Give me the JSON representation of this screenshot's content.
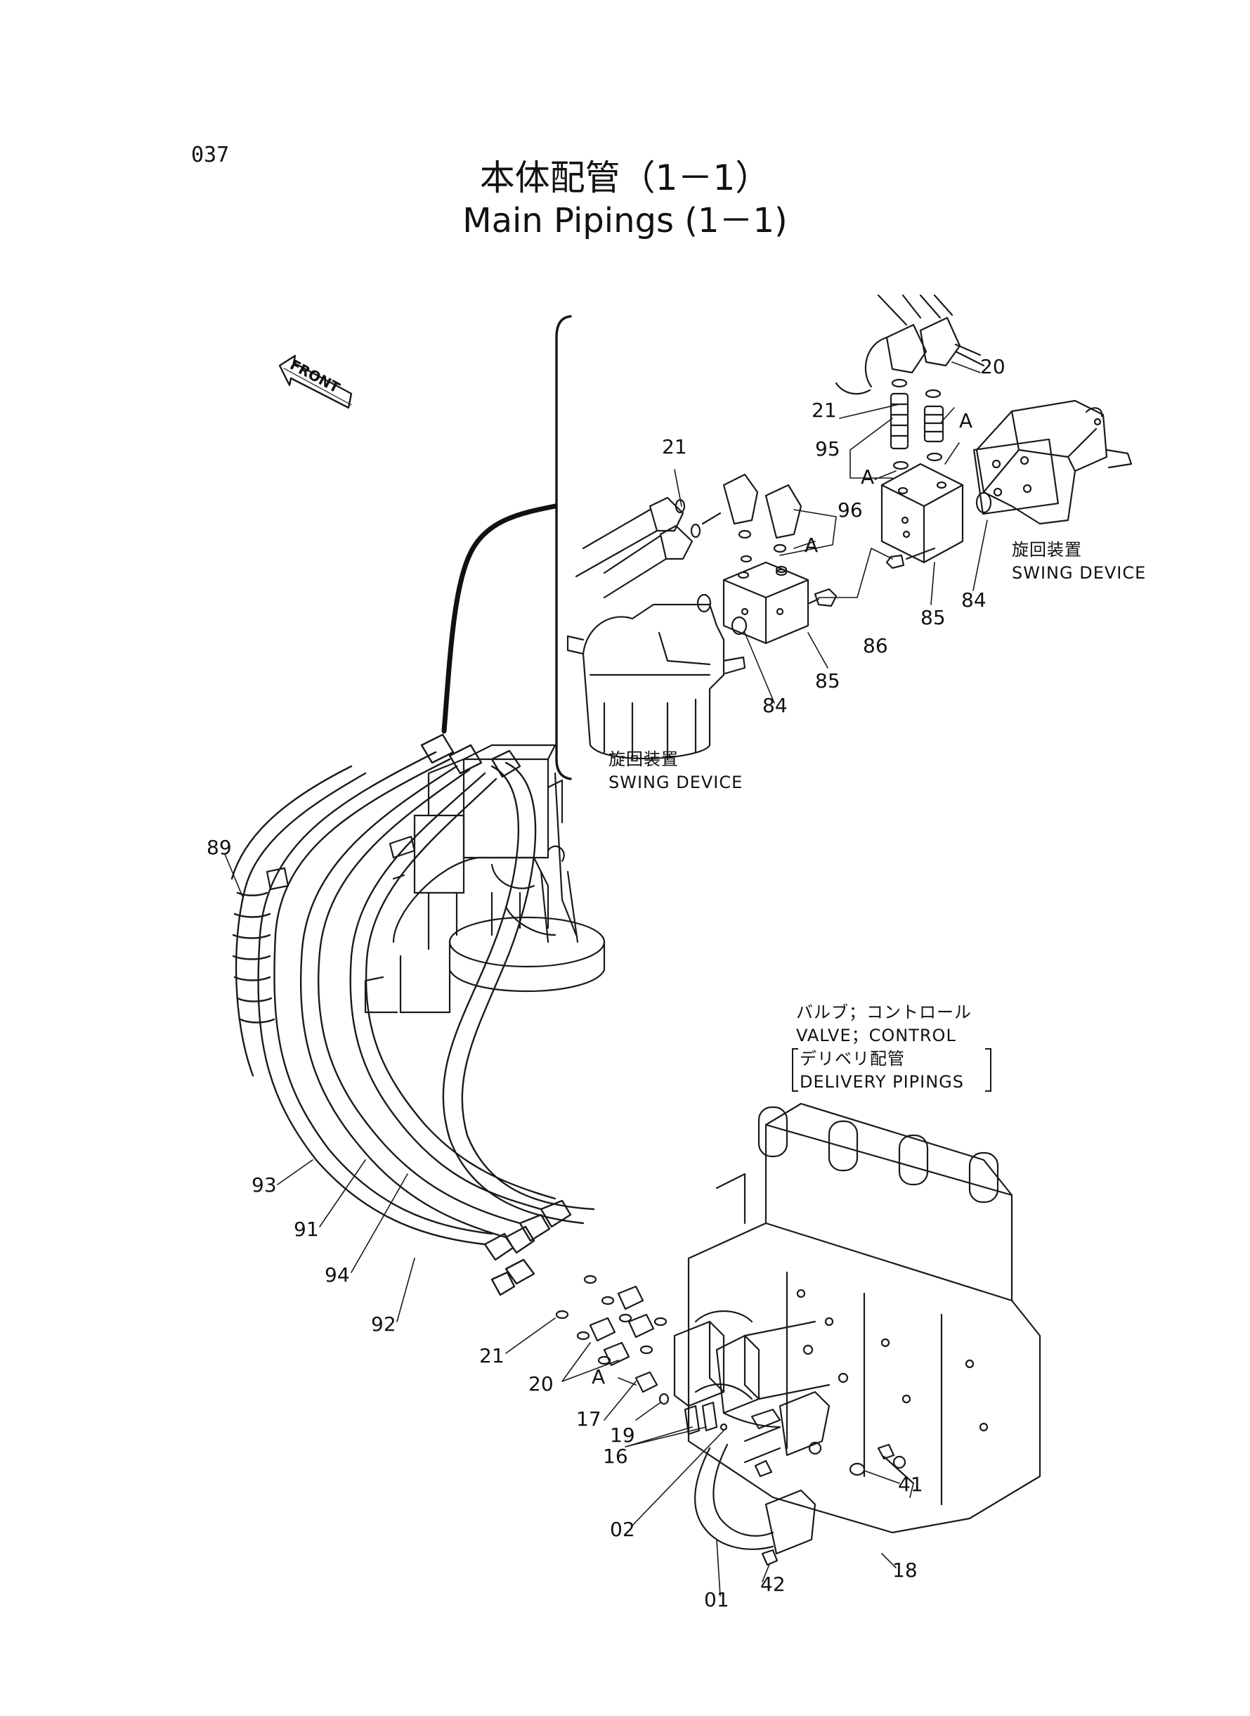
{
  "page_number": "037",
  "title_jp": "本体配管（1－1）",
  "title_en": "Main Pipings (1－1)",
  "front_label": "FRONT",
  "notes": {
    "swing_device_upper_jp": "旋回装置",
    "swing_device_upper_en": "SWING DEVICE",
    "swing_device_lower_jp": "旋回装置",
    "swing_device_lower_en": "SWING DEVICE",
    "valve_jp": "バルブ；コントロール",
    "valve_en": "VALVE；CONTROL",
    "delivery_jp": "デリベリ配管",
    "delivery_en": "DELIVERY PIPINGS"
  },
  "callouts": {
    "c21_top": "21",
    "c20_top": "20",
    "c95": "95",
    "cA_top1": "A",
    "cA_top2": "A",
    "c21_mid": "21",
    "c96": "96",
    "cA_mid": "A",
    "c85_right": "85",
    "c84_right": "84",
    "c86": "86",
    "c85_mid": "85",
    "c84_mid": "84",
    "c89": "89",
    "c93": "93",
    "c91": "91",
    "c94": "94",
    "c92": "92",
    "c21_bottom": "21",
    "c20_bottom": "20",
    "cA_bottom": "A",
    "c17": "17",
    "c19": "19",
    "c16": "16",
    "c41": "41",
    "c02": "02",
    "c18": "18",
    "c42": "42",
    "c01": "01"
  }
}
